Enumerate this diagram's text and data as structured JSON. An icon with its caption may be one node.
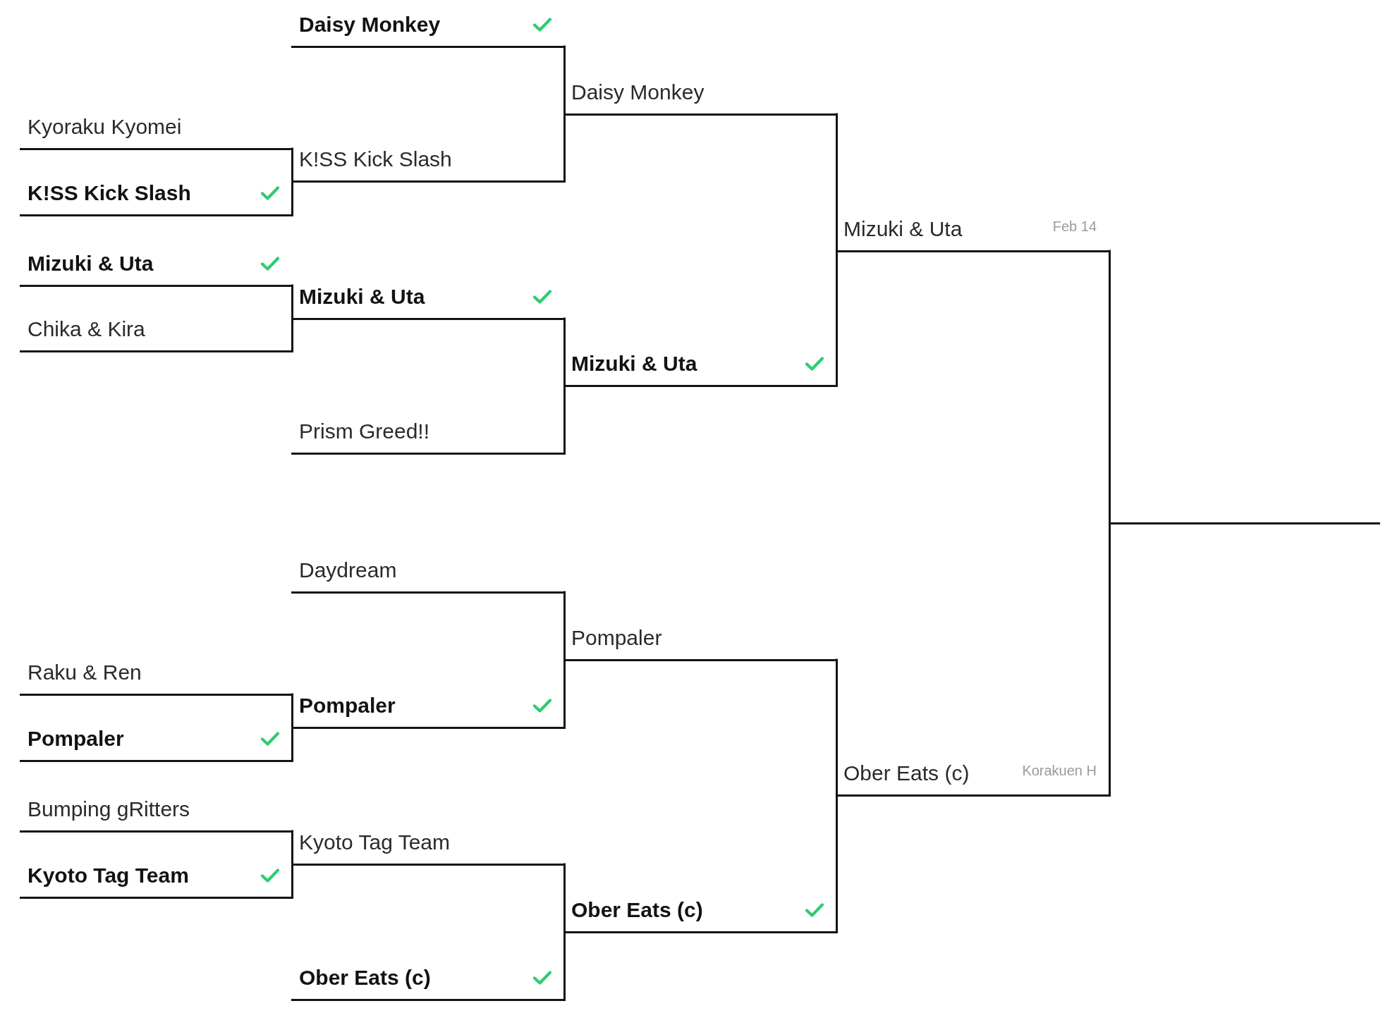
{
  "diagram": {
    "nodes": [
      {
        "text": [
          "Kyoraku Kyomei"
        ]
      },
      {
        "text": [
          "K!SS Kick Slash"
        ]
      },
      {
        "text": [
          "Mizuki & Uta"
        ]
      },
      {
        "text": [
          "Chika & Kira"
        ]
      },
      {
        "text": [
          "Raku & Ren"
        ]
      },
      {
        "text": [
          "Pompaler"
        ]
      },
      {
        "text": [
          "Bumping gRitters"
        ]
      },
      {
        "text": [
          "Kyoto Tag Team"
        ]
      },
      {
        "text": [
          "Daisy Monkey"
        ]
      },
      {
        "text": [
          "K!SS Kick Slash"
        ]
      },
      {
        "text": [
          "Mizuki & Uta"
        ]
      },
      {
        "text": [
          "Prism Greed!!"
        ]
      },
      {
        "text": [
          "Daydream"
        ]
      },
      {
        "text": [
          "Pompaler"
        ]
      },
      {
        "text": [
          "Kyoto Tag Team"
        ]
      },
      {
        "text": [
          "Ober Eats (c)"
        ]
      },
      {
        "text": [
          "Daisy Monkey"
        ]
      },
      {
        "text": [
          "Mizuki & Uta"
        ]
      },
      {
        "text": [
          "Pompaler"
        ]
      },
      {
        "text": [
          "Ober Eats (c)"
        ]
      },
      {
        "text": [
          "Mizuki & Uta",
          "Feb 14"
        ]
      },
      {
        "text": [
          "Ober Eats (c)",
          "Korakuen H"
        ]
      },
      {
        "text": [],
        "shape": "line"
      }
    ],
    "edges": [
      {
        "from": 0,
        "to": 9,
        "arrow": "none"
      },
      {
        "from": 1,
        "to": 9,
        "arrow": "none"
      },
      {
        "from": 2,
        "to": 10,
        "arrow": "none"
      },
      {
        "from": 3,
        "to": 10,
        "arrow": "none"
      },
      {
        "from": 4,
        "to": 13,
        "arrow": "none"
      },
      {
        "from": 5,
        "to": 13,
        "arrow": "none"
      },
      {
        "from": 6,
        "to": 14,
        "arrow": "none"
      },
      {
        "from": 7,
        "to": 14,
        "arrow": "none"
      },
      {
        "from": 8,
        "to": 16,
        "arrow": "none"
      },
      {
        "from": 9,
        "to": 16,
        "arrow": "none"
      },
      {
        "from": 10,
        "to": 17,
        "arrow": "none"
      },
      {
        "from": 11,
        "to": 17,
        "arrow": "none"
      },
      {
        "from": 12,
        "to": 18,
        "arrow": "none"
      },
      {
        "from": 13,
        "to": 18,
        "arrow": "none"
      },
      {
        "from": 14,
        "to": 19,
        "arrow": "none"
      },
      {
        "from": 15,
        "to": 19,
        "arrow": "none"
      },
      {
        "from": 16,
        "to": 20,
        "arrow": "none"
      },
      {
        "from": 17,
        "to": 20,
        "arrow": "none"
      },
      {
        "from": 18,
        "to": 21,
        "arrow": "none"
      },
      {
        "from": 19,
        "to": 21,
        "arrow": "none"
      },
      {
        "from": 20,
        "to": 22,
        "arrow": "none"
      },
      {
        "from": 21,
        "to": 22,
        "arrow": "none"
      }
    ]
  }
}
